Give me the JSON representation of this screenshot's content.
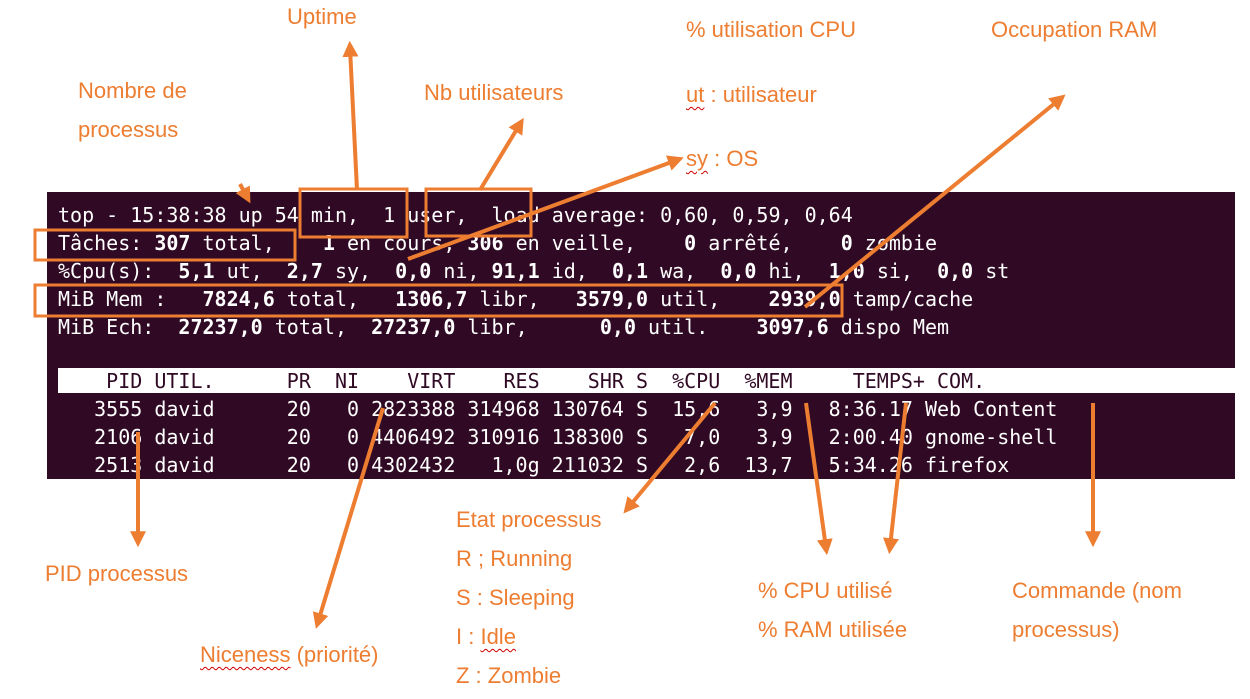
{
  "annotations": {
    "uptime": "Uptime",
    "nb_processus": [
      "Nombre de",
      "processus"
    ],
    "nb_utilisateurs": "Nb utilisateurs",
    "cpu_title": "% utilisation CPU",
    "cpu_ut_key": "ut",
    "cpu_ut_rest": " : utilisateur",
    "cpu_sy_key": "sy",
    "cpu_sy_rest": " : OS",
    "ram": "Occupation RAM",
    "pid": "PID processus",
    "niceness_word": "Niceness",
    "niceness_rest": " (priorité)",
    "etat_title": "Etat processus",
    "etat_r": "R ; Running",
    "etat_s": "S : Sleeping",
    "etat_i_prefix": "I : ",
    "etat_i_word": "Idle",
    "etat_z": "Z : Zombie",
    "cpu_used": "% CPU utilisé",
    "ram_used": "% RAM utilisée",
    "commande": [
      "Commande (nom",
      "processus)"
    ]
  },
  "terminal": {
    "summary": {
      "line1": {
        "prefix": "top - 15:38:38 up ",
        "uptime": "54 min,",
        "gap": "  ",
        "users": "1 user,",
        "load": "  load average: 0,60, 0,59, 0,64"
      },
      "line2": {
        "label": "Tâches: ",
        "total": "307",
        "total_l": " total,    ",
        "running": "1",
        "running_l": " en cours, ",
        "sleeping": "306",
        "sleeping_l": " en veille,    ",
        "stopped": "0",
        "stopped_l": " arrêté,    ",
        "zombie": "0",
        "zombie_l": " zombie"
      },
      "line3": {
        "label": "%Cpu(s):  ",
        "ut": "5,1",
        "ut_l": " ut,  ",
        "sy": "2,7",
        "sy_l": " sy,  ",
        "ni": "0,0",
        "ni_l": " ni, ",
        "id": "91,1",
        "id_l": " id,  ",
        "wa": "0,1",
        "wa_l": " wa,  ",
        "hi": "0,0",
        "hi_l": " hi,  ",
        "si": "1,0",
        "si_l": " si,  ",
        "st": "0,0",
        "st_l": " st"
      },
      "line4": {
        "label": "MiB Mem :   ",
        "total": "7824,6",
        "total_l": " total,   ",
        "libr": "1306,7",
        "libr_l": " libr,   ",
        "util": "3579,0",
        "util_l": " util,    ",
        "cache": "2939,0",
        "cache_l": " tamp/cache"
      },
      "line5": {
        "label": "MiB Éch:  ",
        "total": "27237,0",
        "total_l": " total,  ",
        "libr": "27237,0",
        "libr_l": " libr,      ",
        "util": "0,0",
        "util_l": " util.    ",
        "dispo": "3097,6",
        "dispo_l": " dispo Mem"
      }
    },
    "columns": "    PID UTIL.      PR  NI    VIRT    RES    SHR S  %CPU  %MEM     TEMPS+ COM.",
    "processes": [
      "   3555 david      20   0 2823388 314968 130764 S  15,6   3,9   8:36.17 Web Content",
      "   2106 david      20   0 4406492 310916 138300 S   7,0   3,9   2:00.40 gnome-shell",
      "   2513 david      20   0 4302432   1,0g 211032 S   2,6  13,7   5:34.26 firefox"
    ]
  },
  "colors": {
    "annotation": "#ed7d31",
    "terminal_bg": "#300a24",
    "terminal_fg": "#ffffff",
    "spellcheck": "#d00000"
  }
}
